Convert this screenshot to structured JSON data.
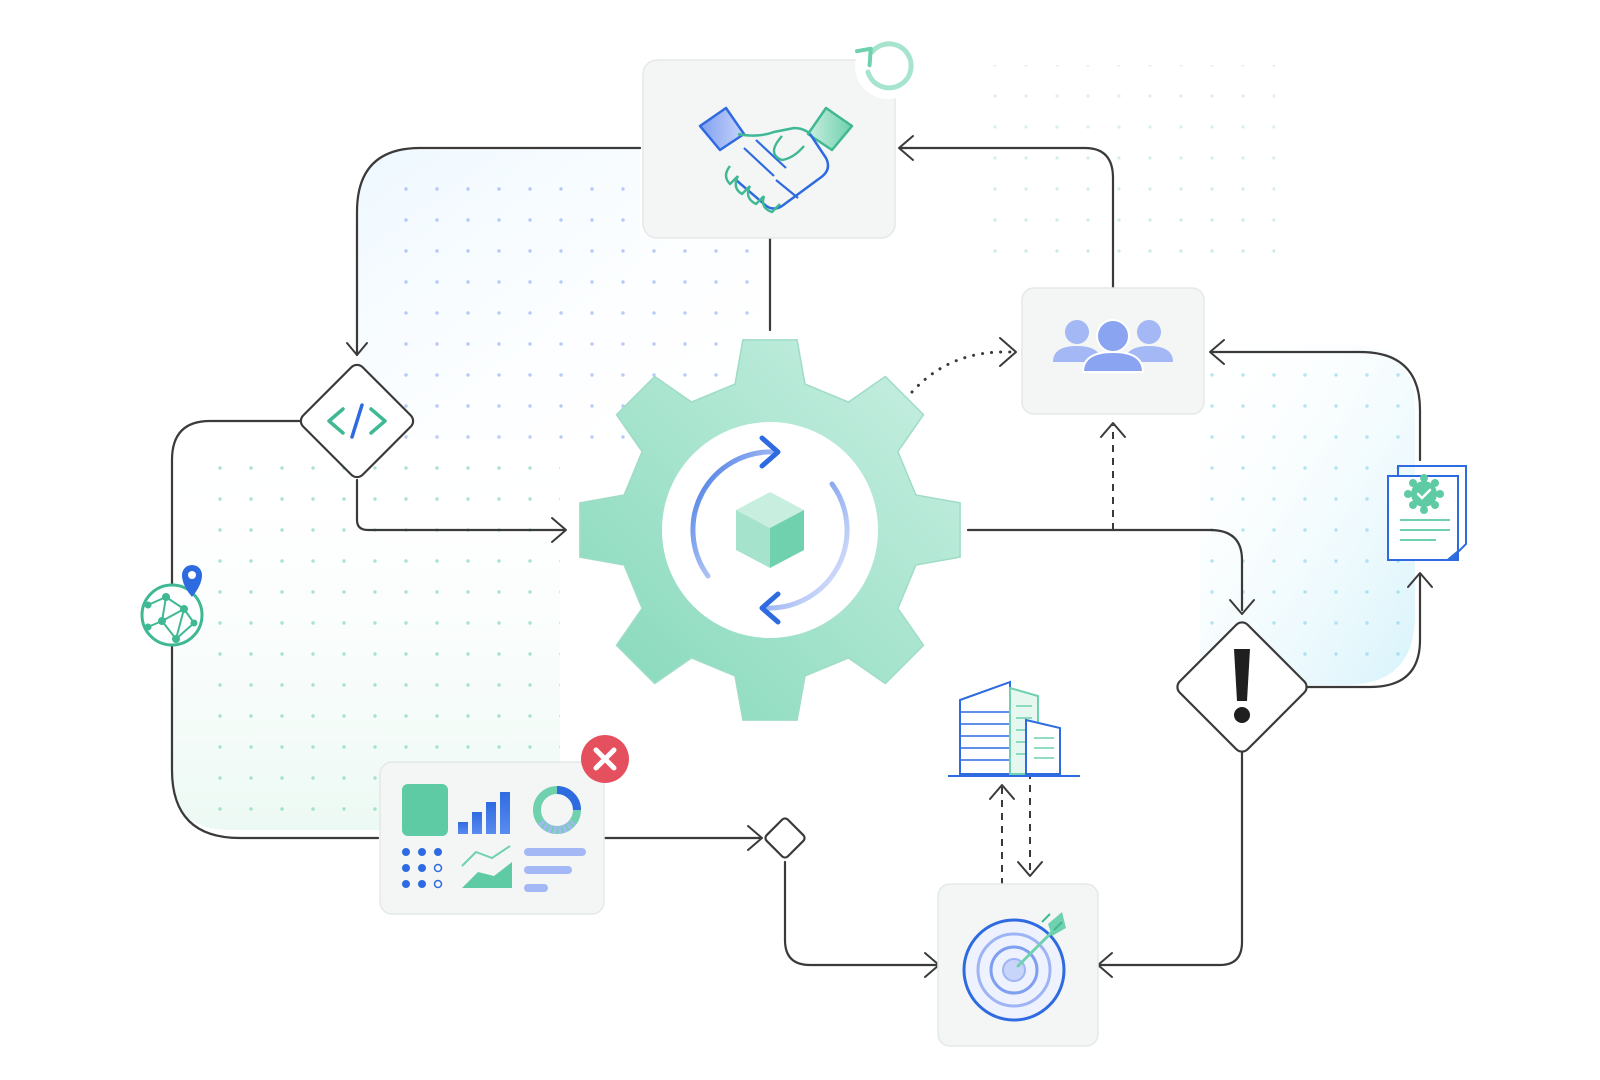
{
  "diagram": {
    "type": "process-flow-illustration",
    "palette": {
      "mint": "#7fd6b6",
      "mint_light": "#c8eee0",
      "blue": "#2f6be0",
      "periwinkle": "#9fb4f5",
      "error_red": "#e5505f",
      "line": "#3a3a3a",
      "card": "#f4f6f6"
    },
    "nodes": [
      {
        "id": "handshake-card",
        "icon": "handshake-icon",
        "badge": "refresh-icon"
      },
      {
        "id": "team-card",
        "icon": "team-icon"
      },
      {
        "id": "central-gear",
        "icon": "gear-icon",
        "inner": [
          "sync-arrows-icon",
          "cube-icon"
        ]
      },
      {
        "id": "code-decision",
        "icon": "code-icon"
      },
      {
        "id": "network-globe",
        "icon": "network-globe-icon",
        "badge": "location-pin-icon"
      },
      {
        "id": "dashboard-card",
        "icon": "dashboard-icon",
        "badge": "error-x-icon"
      },
      {
        "id": "small-decision",
        "icon": "diamond-icon"
      },
      {
        "id": "building",
        "icon": "office-building-icon"
      },
      {
        "id": "target-card",
        "icon": "target-icon"
      },
      {
        "id": "warning-decision",
        "icon": "warning-icon"
      },
      {
        "id": "certificate",
        "icon": "certificate-icon"
      }
    ]
  }
}
